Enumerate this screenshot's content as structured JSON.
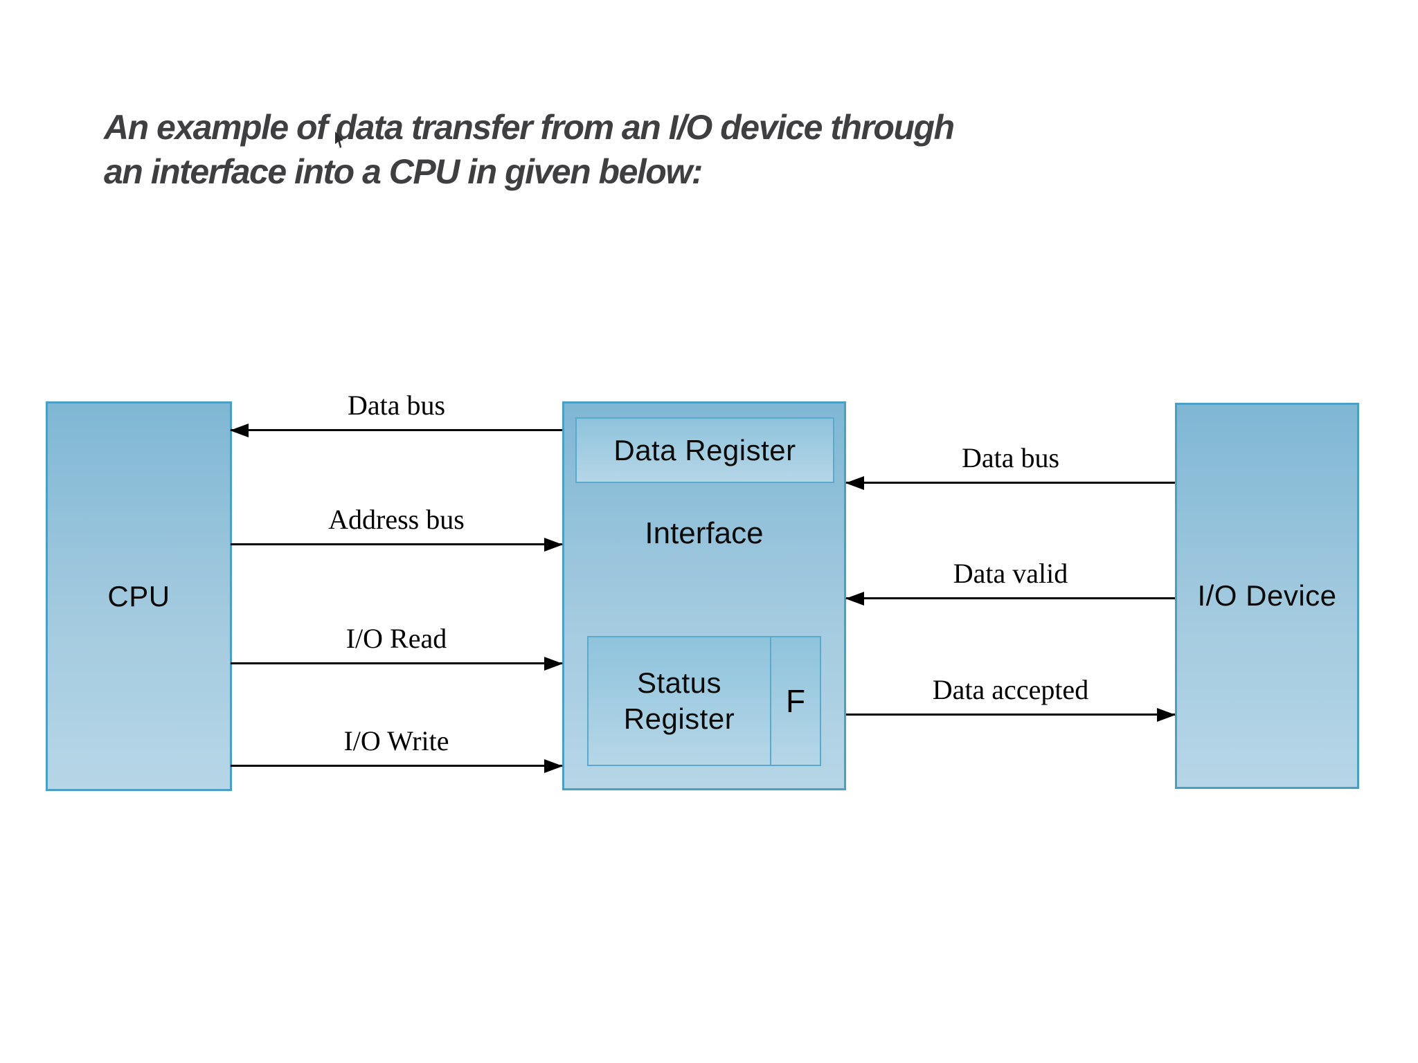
{
  "title": {
    "line1": "An example of data transfer from an I/O device through",
    "line2": "an interface into a CPU in given below:"
  },
  "blocks": {
    "cpu": {
      "label": "CPU"
    },
    "interface": {
      "label": "Interface",
      "data_register_label": "Data Register",
      "status_register_label": "Status Register",
      "flag_label": "F"
    },
    "io_device": {
      "label": "I/O Device"
    }
  },
  "wires": {
    "cpu_interface": [
      {
        "label": "Data bus",
        "direction": "into-cpu"
      },
      {
        "label": "Address bus",
        "direction": "into-interface"
      },
      {
        "label": "I/O Read",
        "direction": "into-interface"
      },
      {
        "label": "I/O Write",
        "direction": "into-interface"
      }
    ],
    "interface_io": [
      {
        "label": "Data bus",
        "direction": "into-interface"
      },
      {
        "label": "Data valid",
        "direction": "into-interface"
      },
      {
        "label": "Data accepted",
        "direction": "into-io-device"
      }
    ]
  },
  "colors": {
    "title_text": "#3f3f42",
    "box_fill_top": "#7fb7d4",
    "box_fill_mid": "#a3cadf",
    "box_fill_bottom": "#b6d6e7",
    "box_border": "#4a9fc4",
    "inner_fill_top": "#8ec3dc",
    "inner_box_border": "#5aaacd",
    "wire": "#000000"
  }
}
